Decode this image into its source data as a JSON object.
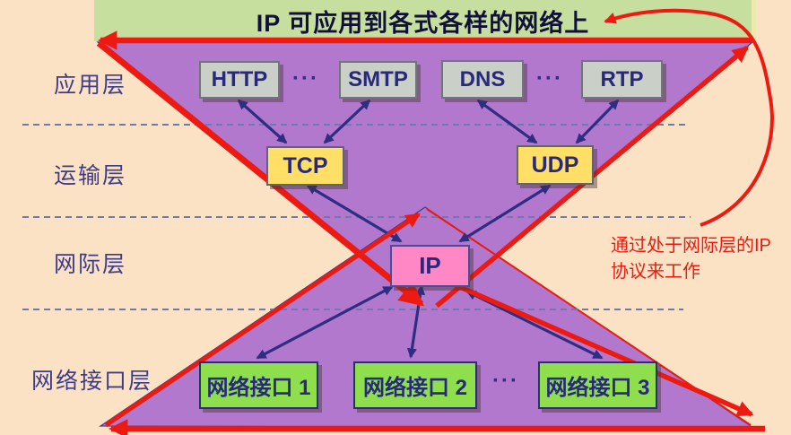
{
  "slide": {
    "title": "IP 可应用到各式各样的网络上"
  },
  "layers": {
    "application": "应用层",
    "transport": "运输层",
    "internet": "网际层",
    "network_interface": "网络接口层"
  },
  "boxes": {
    "http": "HTTP",
    "smtp": "SMTP",
    "dns": "DNS",
    "rtp": "RTP",
    "tcp": "TCP",
    "udp": "UDP",
    "ip": "IP",
    "nif1": "网络接口 1",
    "nif2": "网络接口 2",
    "nif3": "网络接口 3"
  },
  "ellipsis": "···",
  "annotation": {
    "line1": "通过处于网际层的IP",
    "line2": "协议来工作"
  },
  "colors": {
    "background": "#fbe2c5",
    "header_green": "#c7df9e",
    "funnel_purple": "#b278cd",
    "protocol_box": "#cad0c8",
    "transport_box": "#ffdf66",
    "ip_box": "#ff87c6",
    "interface_box": "#8ede4d",
    "arrow_navy": "#2d2d82",
    "highlight_red": "#ed1a12",
    "text_navy": "#28287c"
  }
}
